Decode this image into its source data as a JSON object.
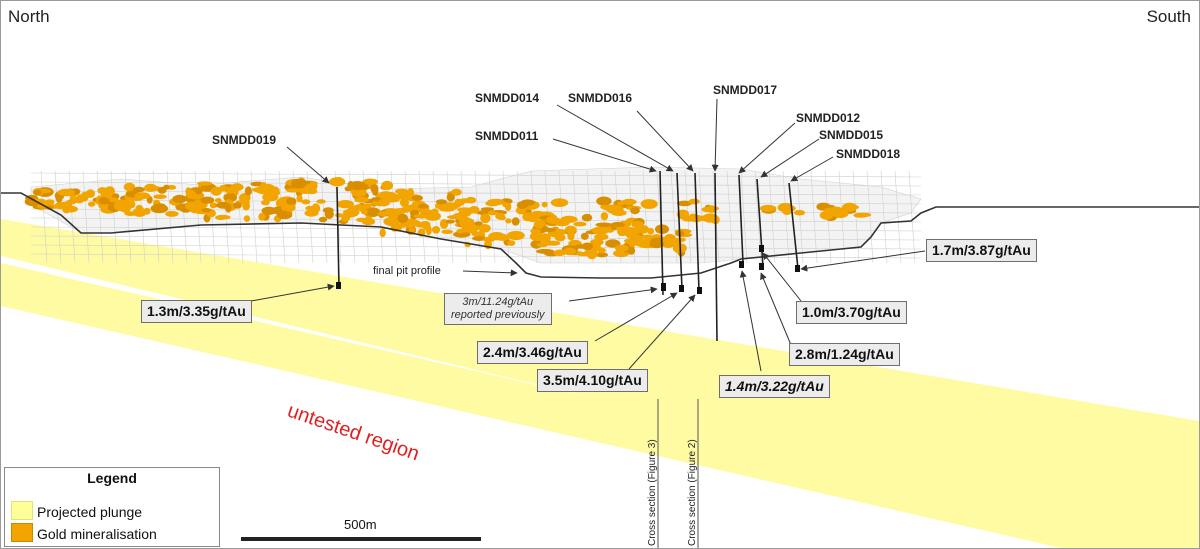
{
  "orientation": {
    "left": "North",
    "right": "South"
  },
  "drill_holes": [
    {
      "id": "SNMDD019"
    },
    {
      "id": "SNMDD014"
    },
    {
      "id": "SNMDD016"
    },
    {
      "id": "SNMDD011"
    },
    {
      "id": "SNMDD017"
    },
    {
      "id": "SNMDD012"
    },
    {
      "id": "SNMDD015"
    },
    {
      "id": "SNMDD018"
    }
  ],
  "intercepts": [
    {
      "label": "1.3m/3.35g/tAu",
      "italic": false
    },
    {
      "label": "1.7m/3.87g/tAu",
      "italic": false
    },
    {
      "label": "1.0m/3.70g/tAu",
      "italic": false
    },
    {
      "label": "2.8m/1.24g/tAu",
      "italic": false
    },
    {
      "label": "1.4m/3.22g/tAu",
      "italic": true
    },
    {
      "label": "3.5m/4.10g/tAu",
      "italic": false
    },
    {
      "label": "2.4m/3.46g/tAu",
      "italic": false
    }
  ],
  "previous_intercept": {
    "label": "3m/11.24g/tAu",
    "note": "reported previously"
  },
  "pit_profile_label": "final pit profile",
  "untested_label": "untested region",
  "cross_sections": [
    "Cross section (Figure 3)",
    "Cross section (Figure 2)"
  ],
  "legend": {
    "title": "Legend",
    "items": [
      {
        "label": "Projected plunge",
        "color": "#ffff99"
      },
      {
        "label": "Gold mineralisation",
        "color": "#f2a500"
      }
    ]
  },
  "scale_bar": {
    "label": "500m"
  },
  "colors": {
    "plunge": "#fffba3",
    "gold": "#f2a500",
    "gold_dark": "#d98e00",
    "untested_text": "#e02020"
  }
}
